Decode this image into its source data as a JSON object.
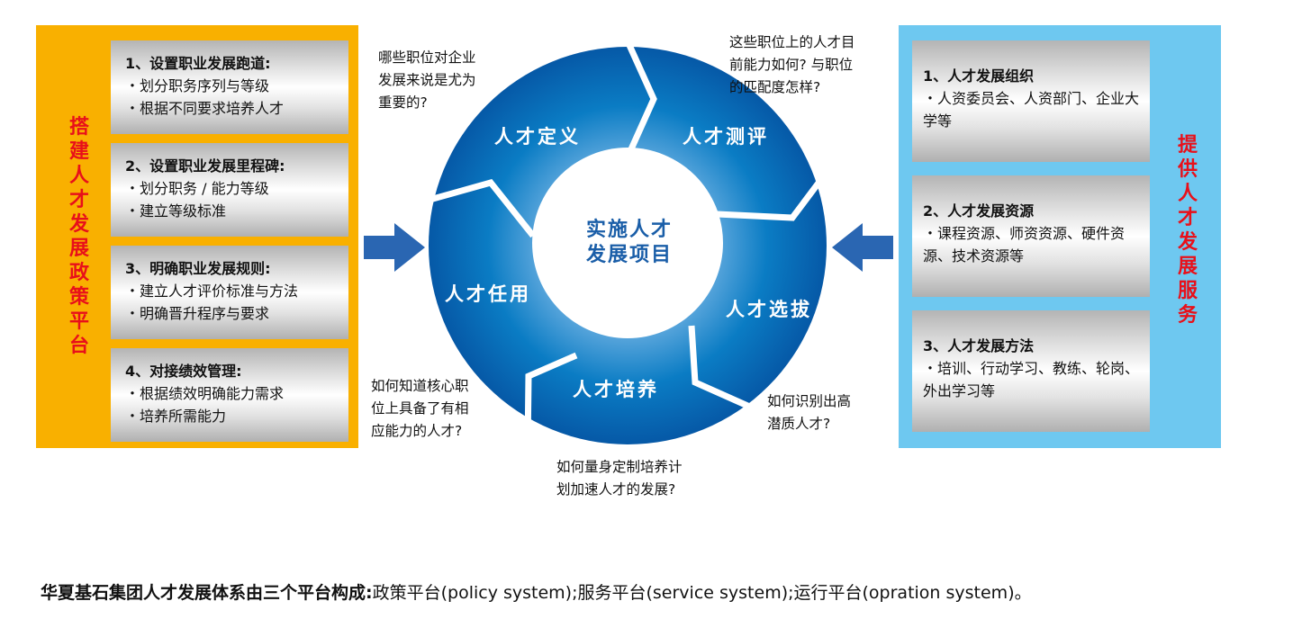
{
  "left_panel": {
    "title": "搭建人才发展政策平台",
    "color": "#f9b000",
    "items": [
      {
        "title": "1、设置职业发展跑道:",
        "lines": [
          "・划分职务序列与等级",
          "・根据不同要求培养人才"
        ]
      },
      {
        "title": "2、设置职业发展里程碑:",
        "lines": [
          "・划分职务 / 能力等级",
          "・建立等级标准"
        ]
      },
      {
        "title": "3、明确职业发展规则:",
        "lines": [
          "・建立人才评价标准与方法",
          "・明确晋升程序与要求"
        ]
      },
      {
        "title": "4、对接绩效管理:",
        "lines": [
          "・根据绩效明确能力需求",
          "・培养所需能力"
        ]
      }
    ]
  },
  "right_panel": {
    "title": "提供人才发展服务",
    "color": "#6ec8f0",
    "items": [
      {
        "title": "1、人才发展组织",
        "lines": [
          "・人资委员会、人资部门、企业大学等"
        ]
      },
      {
        "title": "2、人才发展资源",
        "lines": [
          "・课程资源、师资资源、硬件资源、技术资源等"
        ]
      },
      {
        "title": "3、人才发展方法",
        "lines": [
          "・培训、行动学习、教练、轮岗、外出学习等"
        ]
      }
    ]
  },
  "cycle": {
    "center_lines": [
      "实施人才",
      "发展项目"
    ],
    "segments": [
      "人才定义",
      "人才测评",
      "人才选拔",
      "人才培养",
      "人才任用"
    ],
    "ring_color": "#0a5aa8"
  },
  "questions": [
    "哪些职位对企业\n发展来说是尤为\n重要的?",
    "这些职位上的人才目\n前能力如何? 与职位\n的匹配度怎样?",
    "如何识别出高\n潜质人才?",
    "如何量身定制培养计\n划加速人才的发展?",
    "如何知道核心职\n位上具备了有相\n应能力的人才?"
  ],
  "caption": {
    "bold": "华夏基石集团人才发展体系由三个平台构成:",
    "rest": "政策平台(policy system);服务平台(service system);运行平台(opration system)。"
  }
}
